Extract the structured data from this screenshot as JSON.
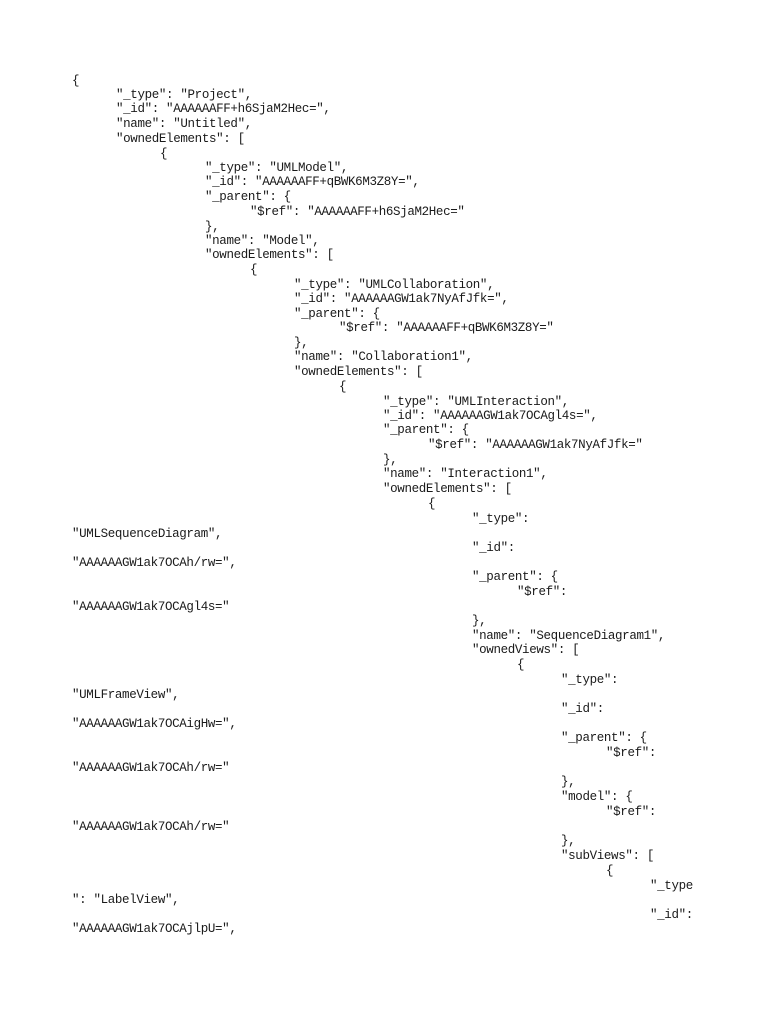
{
  "document": {
    "lines": [
      "{",
      "\"_type\": \"Project\",",
      "\"_id\": \"AAAAAAFF+h6SjaM2Hec=\",",
      "\"name\": \"Untitled\",",
      "\"ownedElements\": [",
      "{",
      "\"_type\": \"UMLModel\",",
      "\"_id\": \"AAAAAAFF+qBWK6M3Z8Y=\",",
      "\"_parent\": {",
      "\"$ref\": \"AAAAAAFF+h6SjaM2Hec=\"",
      "},",
      "\"name\": \"Model\",",
      "\"ownedElements\": [",
      "{",
      "\"_type\": \"UMLCollaboration\",",
      "\"_id\": \"AAAAAAGW1ak7NyAfJfk=\",",
      "\"_parent\": {",
      "\"$ref\": \"AAAAAAFF+qBWK6M3Z8Y=\"",
      "},",
      "\"name\": \"Collaboration1\",",
      "\"ownedElements\": [",
      "{",
      "\"_type\": \"UMLInteraction\",",
      "\"_id\": \"AAAAAAGW1ak7OCAgl4s=\",",
      "\"_parent\": {",
      "\"$ref\": \"AAAAAAGW1ak7NyAfJfk=\"",
      "},",
      "\"name\": \"Interaction1\",",
      "\"ownedElements\": [",
      "{",
      "\"_type\":",
      "\"UMLSequenceDiagram\",",
      "\"_id\":",
      "\"AAAAAAGW1ak7OCAh/rw=\",",
      "\"_parent\": {",
      "\"$ref\":",
      "\"AAAAAAGW1ak7OCAgl4s=\"",
      "},",
      "\"name\": \"SequenceDiagram1\",",
      "\"ownedViews\": [",
      "{",
      "\"_type\":",
      "\"UMLFrameView\",",
      "\"_id\":",
      "\"AAAAAAGW1ak7OCAigHw=\",",
      "\"_parent\": {",
      "\"$ref\":",
      "\"AAAAAAGW1ak7OCAh/rw=\"",
      "},",
      "\"model\": {",
      "\"$ref\":",
      "\"AAAAAAGW1ak7OCAh/rw=\"",
      "},",
      "\"subViews\": [",
      "{",
      "\"_type",
      "\": \"LabelView\",",
      "\"_id\":",
      "\"AAAAAAGW1ak7OCAjlpU=\","
    ]
  }
}
